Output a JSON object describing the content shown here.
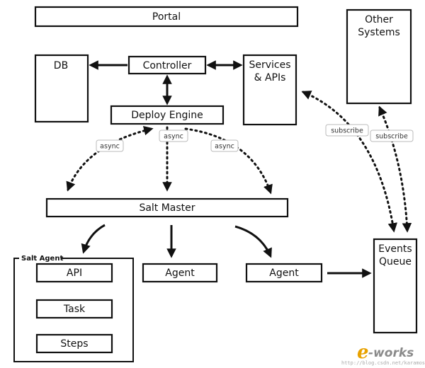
{
  "nodes": {
    "portal": "Portal",
    "other_systems": [
      "Other",
      "Systems"
    ],
    "db": "DB",
    "controller": "Controller",
    "services_apis": [
      "Services",
      "& APIs"
    ],
    "deploy_engine": "Deploy Engine",
    "salt_master": "Salt Master",
    "salt_agent_group": "Salt Agent",
    "api": "API",
    "task": "Task",
    "steps": "Steps",
    "agent_1": "Agent",
    "agent_2": "Agent",
    "events_queue": [
      "Events",
      "Queue"
    ]
  },
  "edge_labels": {
    "async_left": "async",
    "async_center": "async",
    "async_right": "async",
    "subscribe_left": "subscribe",
    "subscribe_right": "subscribe"
  },
  "watermark": {
    "logo_letter": "e",
    "logo_text": "-works",
    "url": "http://blog.csdn.net/karamos"
  },
  "colors": {
    "stroke": "#111111",
    "watermark_orange": "#e8a200",
    "watermark_gray": "#8a8a8a"
  }
}
